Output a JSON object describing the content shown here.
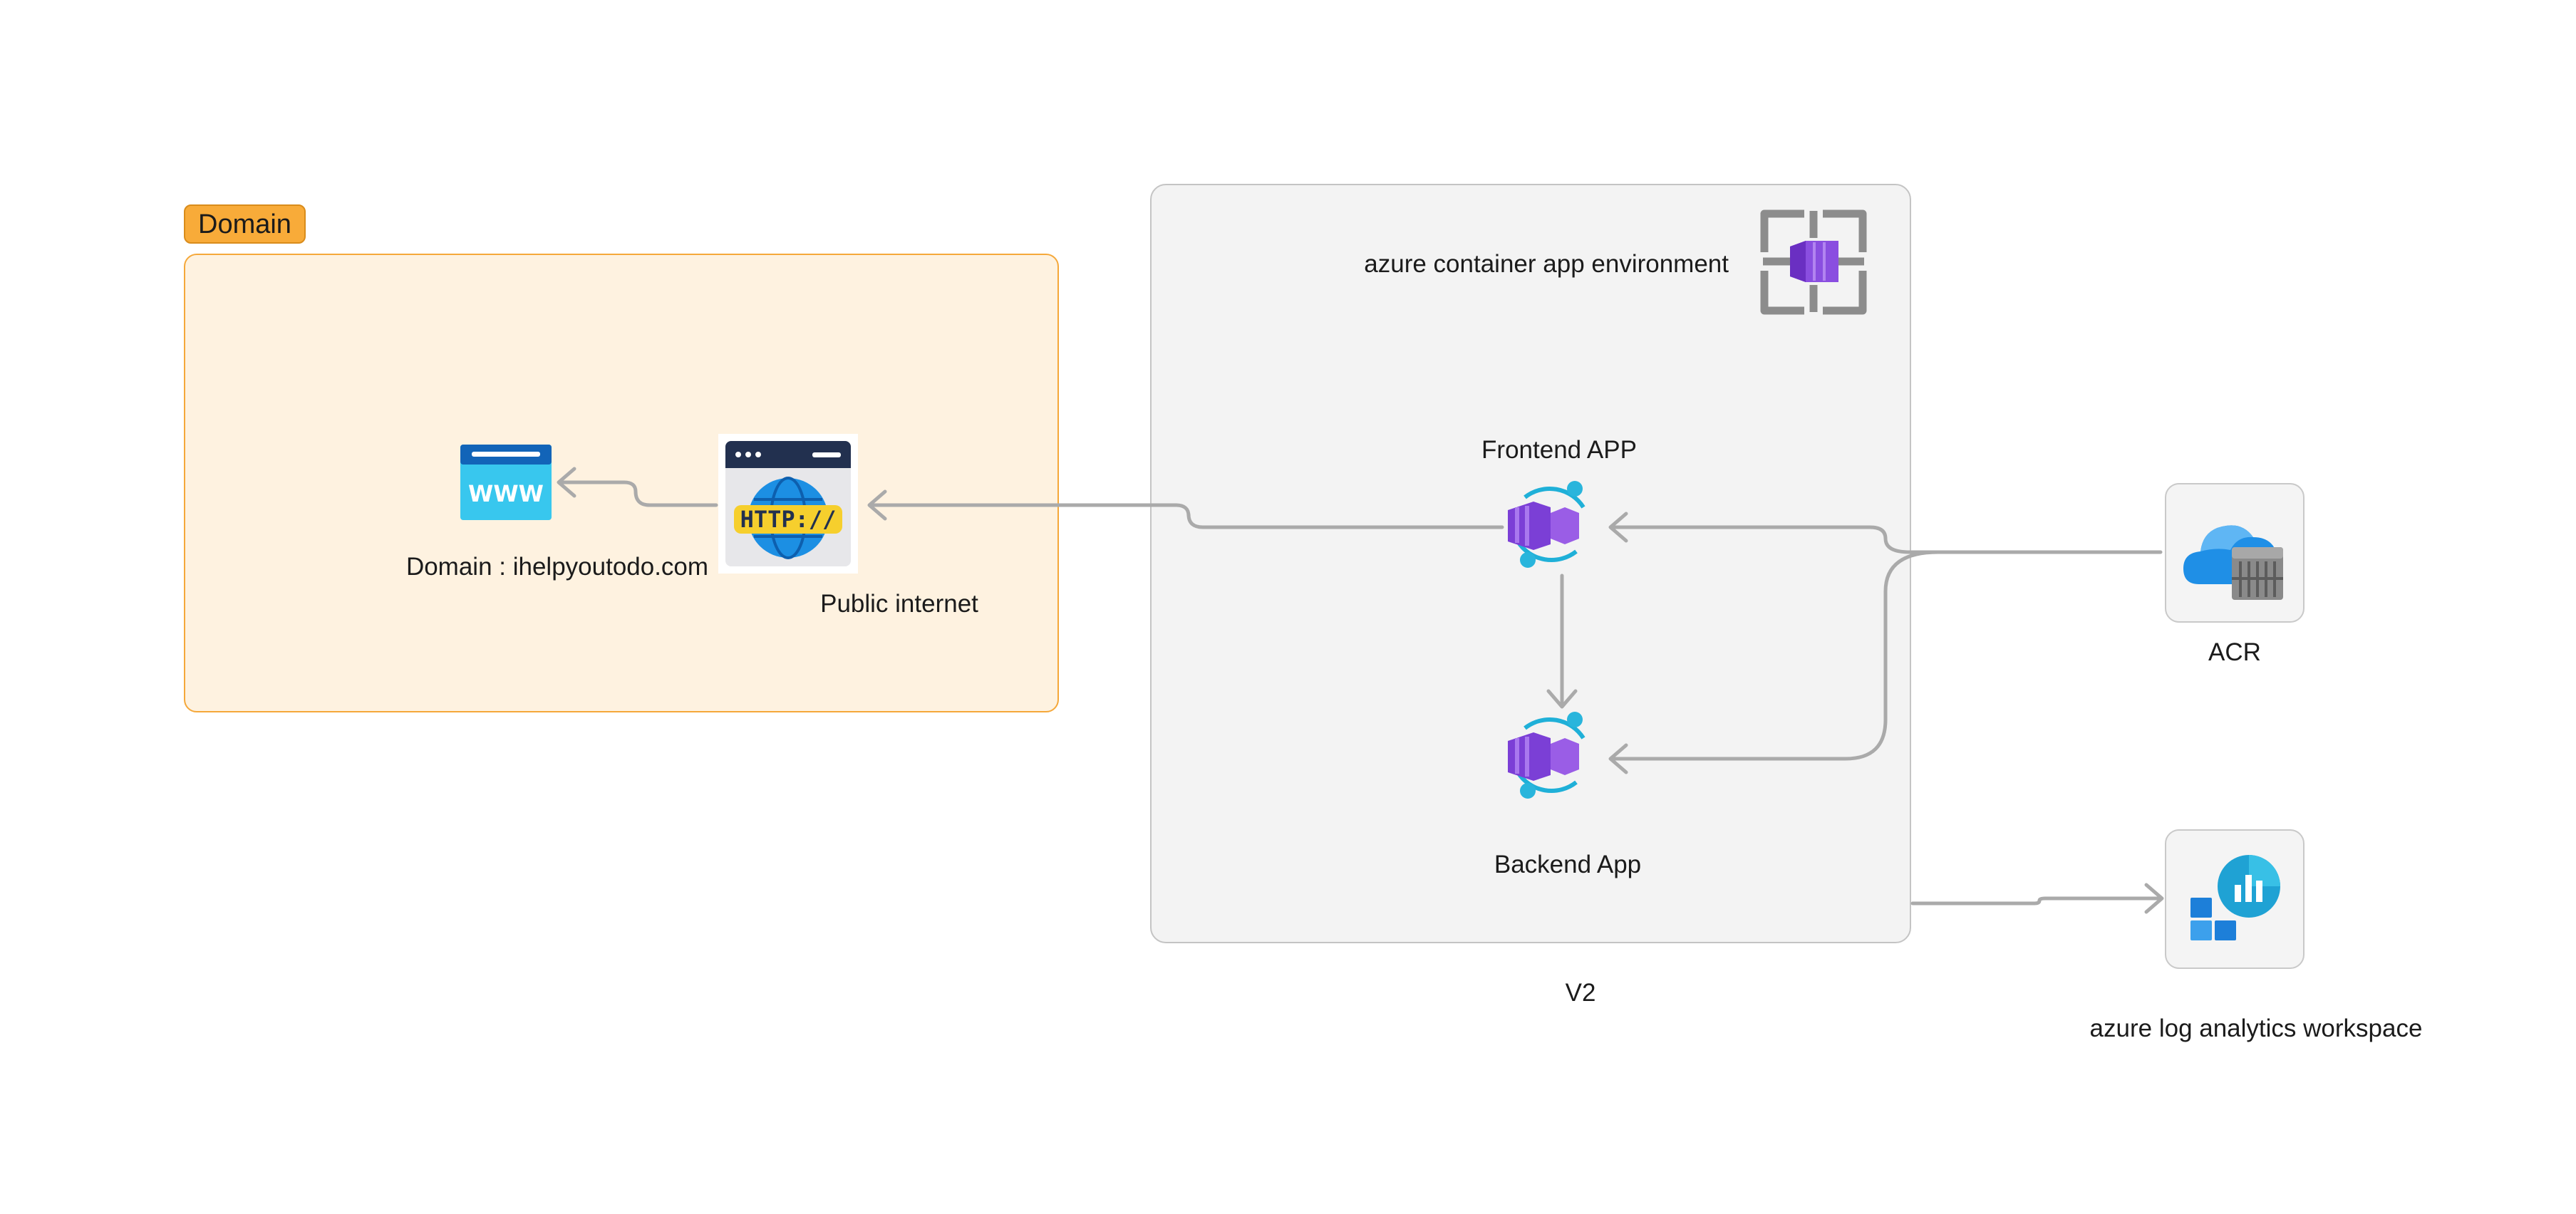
{
  "domain_group": {
    "tag_label": "Domain",
    "fill_color": "#fef2e0",
    "border_color": "#f5a83a",
    "tag_color": "#f8ab39"
  },
  "nodes": {
    "www": {
      "label": "Domain : ihelpyoutodo.com",
      "icon": "www-icon"
    },
    "http": {
      "label": "Public internet",
      "icon": "http-globe-icon"
    },
    "env": {
      "label": "azure container app environment",
      "icon": "container-app-environment-icon",
      "footer": "V2"
    },
    "frontend": {
      "label": "Frontend APP",
      "icon": "container-app-icon"
    },
    "backend": {
      "label": "Backend App",
      "icon": "container-app-icon"
    },
    "acr": {
      "label": "ACR",
      "icon": "container-registry-icon"
    },
    "log": {
      "label": "azure log analytics workspace",
      "icon": "log-analytics-icon"
    }
  },
  "edges": [
    {
      "from": "Frontend APP",
      "to": "Public internet"
    },
    {
      "from": "Public internet",
      "to": "Domain : ihelpyoutodo.com"
    },
    {
      "from": "Frontend APP",
      "to": "Backend App"
    },
    {
      "from": "ACR",
      "to": "Frontend APP"
    },
    {
      "from": "ACR",
      "to": "Backend App"
    },
    {
      "from": "azure container app environment",
      "to": "azure log analytics workspace"
    }
  ],
  "colors": {
    "connector": "#a8a8a8",
    "container_purple": "#8a4ee0",
    "azure_blue": "#1f8fe6",
    "http_yellow": "#f6cf2d"
  }
}
